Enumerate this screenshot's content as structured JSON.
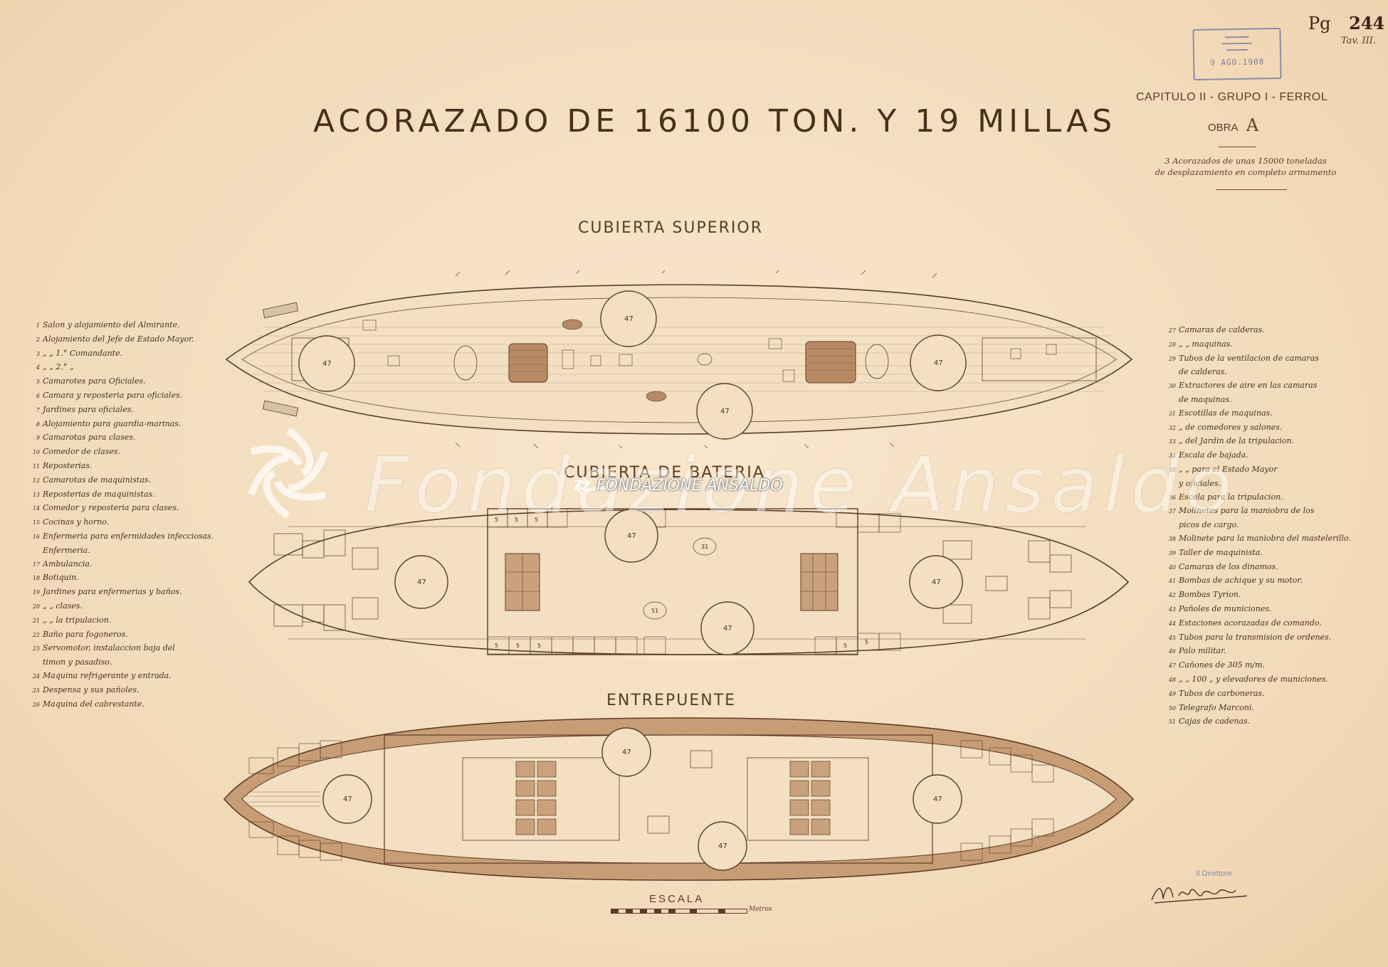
{
  "page_number": {
    "prefix": "Pg",
    "number": "244",
    "tavola": "Tav. III."
  },
  "stamp": {
    "date": "9 AGO.1908"
  },
  "header": {
    "capitulo": "CAPITULO II - GRUPO I - FERROL",
    "obra_label": "OBRA",
    "obra_letter": "A",
    "note_line1": "3 Acorazados de unas 15000 toneladas",
    "note_line2": "de desplazamiento en completo armamento"
  },
  "title": "ACORAZADO DE 16100 TON. Y 19 MILLAS",
  "sections": {
    "upper": "CUBIERTA SUPERIOR",
    "battery": "CUBIERTA DE BATERIA",
    "between": "ENTREPUENTE"
  },
  "legend_left": [
    {
      "n": "1",
      "text": "Salon y alojamiento del Almirante."
    },
    {
      "n": "2",
      "text": "Alojamiento del Jefe de Estado Mayor."
    },
    {
      "n": "3",
      "text": "„ „ 1.° Comandante."
    },
    {
      "n": "4",
      "text": "„ „ 2.° „"
    },
    {
      "n": "5",
      "text": "Camarotes para Oficiales."
    },
    {
      "n": "6",
      "text": "Camara y reposteria para oficiales."
    },
    {
      "n": "7",
      "text": "Jardines para oficiales."
    },
    {
      "n": "8",
      "text": "Alojamiento para guardia-marinas."
    },
    {
      "n": "9",
      "text": "Camarotas para clases."
    },
    {
      "n": "10",
      "text": "Comedor de clases."
    },
    {
      "n": "11",
      "text": "Reposterias."
    },
    {
      "n": "12",
      "text": "Camarotas de maquinistas."
    },
    {
      "n": "13",
      "text": "Reposterias de maquinistas."
    },
    {
      "n": "14",
      "text": "Comedor y reposteria para clases."
    },
    {
      "n": "15",
      "text": "Cocinas y horno."
    },
    {
      "n": "16",
      "text": "Enfermeria para enfermidades infecciosas."
    },
    {
      "n": "",
      "text": "Enfermeria."
    },
    {
      "n": "17",
      "text": "Ambulancia."
    },
    {
      "n": "18",
      "text": "Botiquin."
    },
    {
      "n": "19",
      "text": "Jardines para enfermerias y baños."
    },
    {
      "n": "20",
      "text": "„ „ clases."
    },
    {
      "n": "21",
      "text": "„ „ la tripulacion."
    },
    {
      "n": "22",
      "text": "Baño para fogoneros."
    },
    {
      "n": "23",
      "text": "Servomotor, instalaccion baja del"
    },
    {
      "n": "",
      "text": "timon y pasadiso."
    },
    {
      "n": "24",
      "text": "Maquina refrigerante y entrada."
    },
    {
      "n": "25",
      "text": "Despensa y sus pañoles."
    },
    {
      "n": "26",
      "text": "Maquina del cabrestante."
    }
  ],
  "legend_right": [
    {
      "n": "27",
      "text": "Camaras de calderas."
    },
    {
      "n": "28",
      "text": "„ „ maquinas."
    },
    {
      "n": "29",
      "text": "Tubos de la ventilacion de camaras"
    },
    {
      "n": "",
      "text": "de calderas."
    },
    {
      "n": "30",
      "text": "Extractores de aire en las camaras"
    },
    {
      "n": "",
      "text": "de maquinas."
    },
    {
      "n": "31",
      "text": "Escotillas de maquinas."
    },
    {
      "n": "32",
      "text": "„ de comedores y salones."
    },
    {
      "n": "33",
      "text": "„ del Jardin de la tripulacion."
    },
    {
      "n": "34",
      "text": "Escala de bajada."
    },
    {
      "n": "35",
      "text": "„ „ para el Estado Mayor"
    },
    {
      "n": "",
      "text": "y oficiales."
    },
    {
      "n": "36",
      "text": "Escala para la tripulacion."
    },
    {
      "n": "37",
      "text": "Molinetes para la maniobra de los"
    },
    {
      "n": "",
      "text": "picos de cargo."
    },
    {
      "n": "38",
      "text": "Molinete para la maniobra del mastelerillo."
    },
    {
      "n": "39",
      "text": "Taller de maquinista."
    },
    {
      "n": "40",
      "text": "Camaras de los dinamos."
    },
    {
      "n": "41",
      "text": "Bombas de achique y su motor."
    },
    {
      "n": "42",
      "text": "Bombas Tyrion."
    },
    {
      "n": "43",
      "text": "Pañoles de municiones."
    },
    {
      "n": "44",
      "text": "Estaciones acorazadas de comando."
    },
    {
      "n": "45",
      "text": "Tubos para la transmision de ordenes."
    },
    {
      "n": "46",
      "text": "Palo militar."
    },
    {
      "n": "47",
      "text": "Cañones de 305 m/m."
    },
    {
      "n": "48",
      "text": "„ „ 100 „ y elevadores de municiones."
    },
    {
      "n": "49",
      "text": "Tubos de carboneras."
    },
    {
      "n": "50",
      "text": "Telegrafo Marconi."
    },
    {
      "n": "51",
      "text": "Cajas de cadenas."
    }
  ],
  "turret_label": "47",
  "scale": {
    "label": "ESCALA",
    "unit": "Metros"
  },
  "director": "Il Direttore",
  "watermark": {
    "large": "Fondazione Ansaldo",
    "small": "FONDAZIONE ANSALDO"
  },
  "colors": {
    "paper": "#f4dfc2",
    "ink": "#4a2f1c",
    "stamp": "#8b8fa6"
  }
}
